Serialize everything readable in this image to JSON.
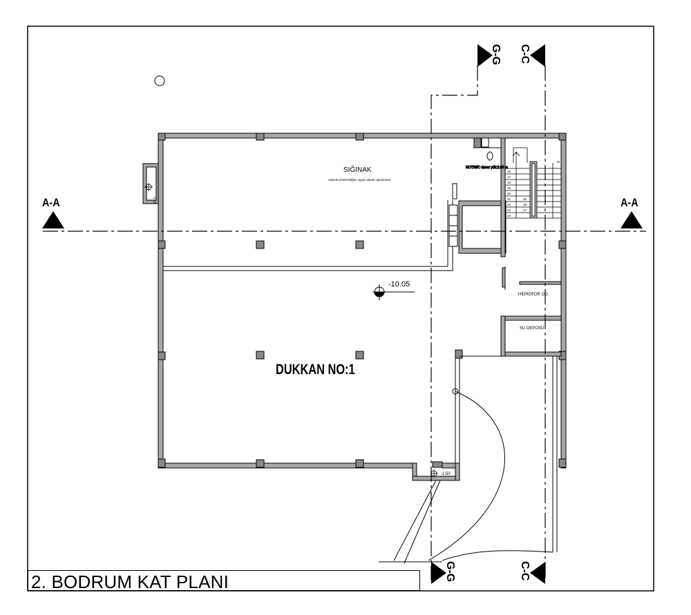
{
  "drawing": {
    "title": "2. BODRUM KAT PLANI",
    "rooms": {
      "shelter_name": "SIĞINAK",
      "shelter_note": "sığınak yönetmeliğine uygun olarak yapılacaktır",
      "shop_name": "DUKKAN NO:1",
      "hydrophore": "HİDROFOR OD.",
      "water_tank": "SU DEPOSU",
      "wc_note": "NOT:W/C duvar yük:2.00 m"
    },
    "levels": {
      "main": "-10.05",
      "left_notch": "-1.50",
      "bottom_notch": "-1.50"
    },
    "sections": {
      "a_left": "A-A",
      "a_right": "A-A",
      "g_top": "G-G",
      "c_top": "C-C",
      "g_bottom": "G-G",
      "c_bottom": "C-C"
    },
    "stair_numbers": [
      "15",
      "16",
      "17",
      "18",
      "19",
      "20",
      "21",
      "22",
      "23",
      "24",
      "25",
      "26",
      "27"
    ],
    "colors": {
      "line": "#000000",
      "wall_fill": "#a0a0a0",
      "column_fill": "#888888",
      "background": "#ffffff"
    }
  }
}
